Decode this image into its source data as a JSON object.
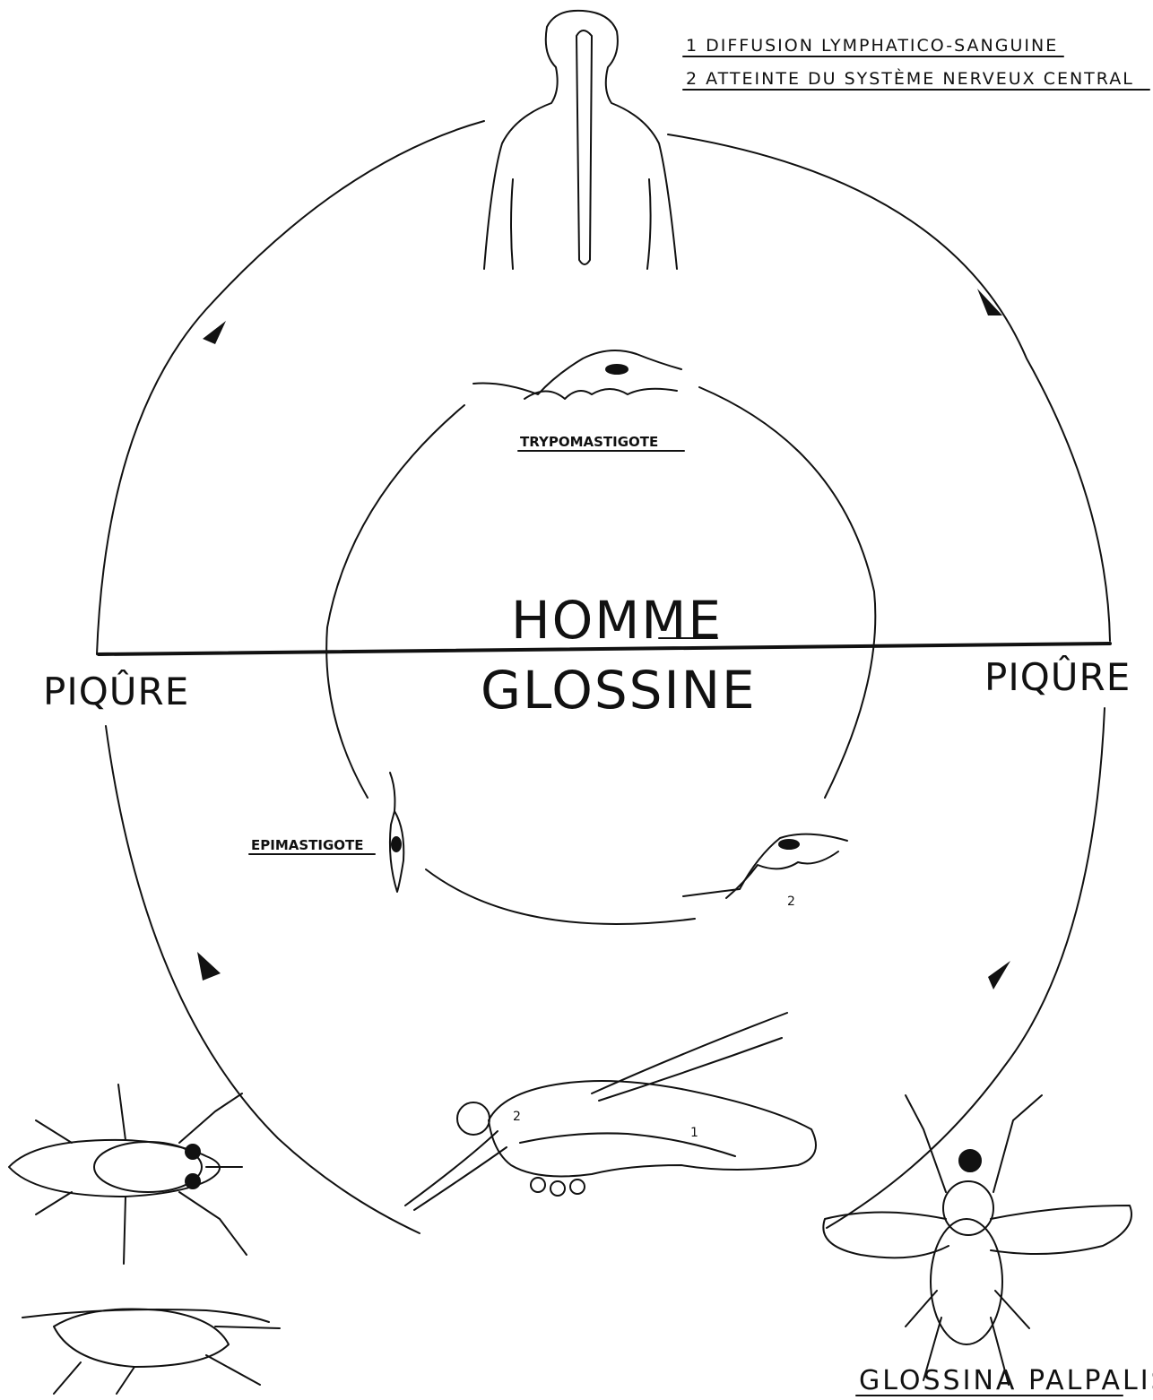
{
  "legend": {
    "item1": "1  DIFFUSION LYMPHATICO-SANGUINE",
    "item2": "2  ATTEINTE DU SYSTÈME NERVEUX CENTRAL"
  },
  "center": {
    "top": "HOMME",
    "bottom": "GLOSSINE"
  },
  "labels": {
    "piqure_left": "PIQÛRE",
    "piqure_right": "PIQÛRE",
    "trypomastigote": "TRYPOMASTIGOTE",
    "epimastigote": "EPIMASTIGOTE",
    "species": "GLOSSINA PALPALIS",
    "marker_2": "2",
    "gut_1": "1",
    "gut_2": "2"
  },
  "icons": {
    "human": "human-torso-icon",
    "fly_side": "tsetse-fly-side-icon",
    "fly_top": "tsetse-fly-top-icon",
    "fly_gut": "fly-digestive-tract-icon",
    "parasite": "trypanosome-icon",
    "arrow": "cycle-arrow-icon"
  },
  "colors": {
    "ink": "#111111",
    "paper": "#ffffff"
  }
}
